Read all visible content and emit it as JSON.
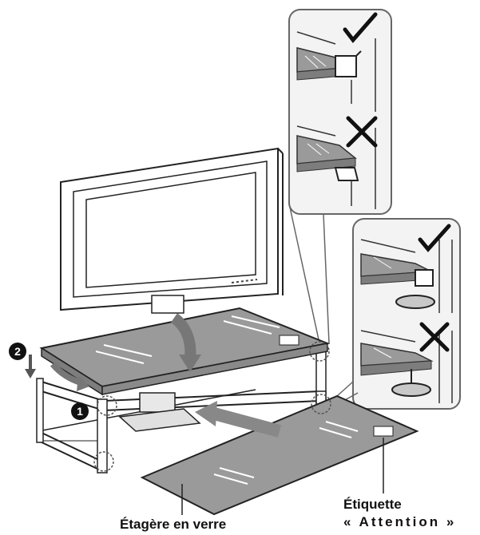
{
  "labels": {
    "glass_shelf": "Étagère en verre",
    "label_line1": "Étiquette",
    "label_line2": "« Attention »"
  },
  "steps": {
    "step1": "1",
    "step2": "2"
  },
  "callouts": {
    "top_correct": "✓",
    "top_wrong": "✕",
    "bottom_correct": "✓",
    "bottom_wrong": "✕"
  },
  "colors": {
    "line": "#222222",
    "glass": "#9a9a9a",
    "glass_dark": "#7d7d7d",
    "panel_bg": "#f2f2f2",
    "screen": "#ffffff"
  },
  "icons": [
    "check-icon",
    "cross-icon",
    "curved-arrow-icon",
    "down-arrow-icon",
    "step-badge-icon"
  ]
}
